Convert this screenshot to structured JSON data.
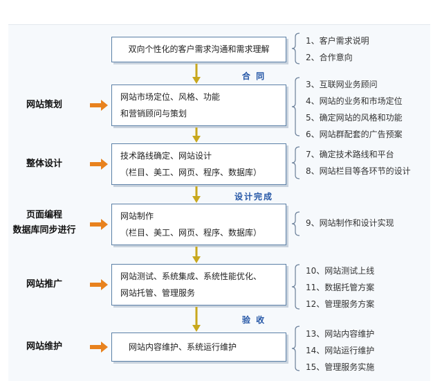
{
  "steps": [
    {
      "box_lines": [
        "双向个性化的客户需求沟通和需求理解"
      ],
      "stage_lines": [],
      "notes": [
        "1、客户需求说明",
        "2、合作意向"
      ]
    },
    {
      "box_lines": [
        "网站市场定位、风格、功能",
        "和营销顾问与策划"
      ],
      "stage_lines": [
        "网站策划"
      ],
      "notes": [
        "3、互联网业务顾问",
        "4、网站的业务和市场定位",
        "5、确定网站的风格和功能",
        "6、网站群配套的广告预案"
      ]
    },
    {
      "box_lines": [
        "技术路线确定、网站设计",
        "（栏目、美工、网页、程序、数据库）"
      ],
      "stage_lines": [
        "整体设计"
      ],
      "notes": [
        "7、确定技术路线和平台",
        "8、网站栏目等各环节的设计"
      ]
    },
    {
      "box_lines": [
        "网站制作",
        "（栏目、美工、网页、程序、数据库）"
      ],
      "stage_lines": [
        "页面编程",
        "数据库同步进行"
      ],
      "notes": [
        "9、网站制作和设计实现"
      ]
    },
    {
      "box_lines": [
        "网站测试、系统集成、系统性能优化、",
        "网站托管、管理服务"
      ],
      "stage_lines": [
        "网站推广"
      ],
      "notes": [
        "10、网站测试上线",
        "11、数据托管方案",
        "12、管理服务方案"
      ]
    },
    {
      "box_lines": [
        "网站内容维护、系统运行维护"
      ],
      "stage_lines": [
        "网站维护"
      ],
      "notes": [
        "13、网站内容维护",
        "14、网站运行维护",
        "15、管理服务实施"
      ]
    }
  ],
  "milestones": [
    "合 同",
    "设计完成",
    "验 收"
  ],
  "colors": {
    "arrow": "#c8a81e",
    "stage_arrow": "#e8821e",
    "box_border": "#5a7fa6",
    "milestone_text": "#2456a6",
    "brace": "#6a7f99"
  }
}
